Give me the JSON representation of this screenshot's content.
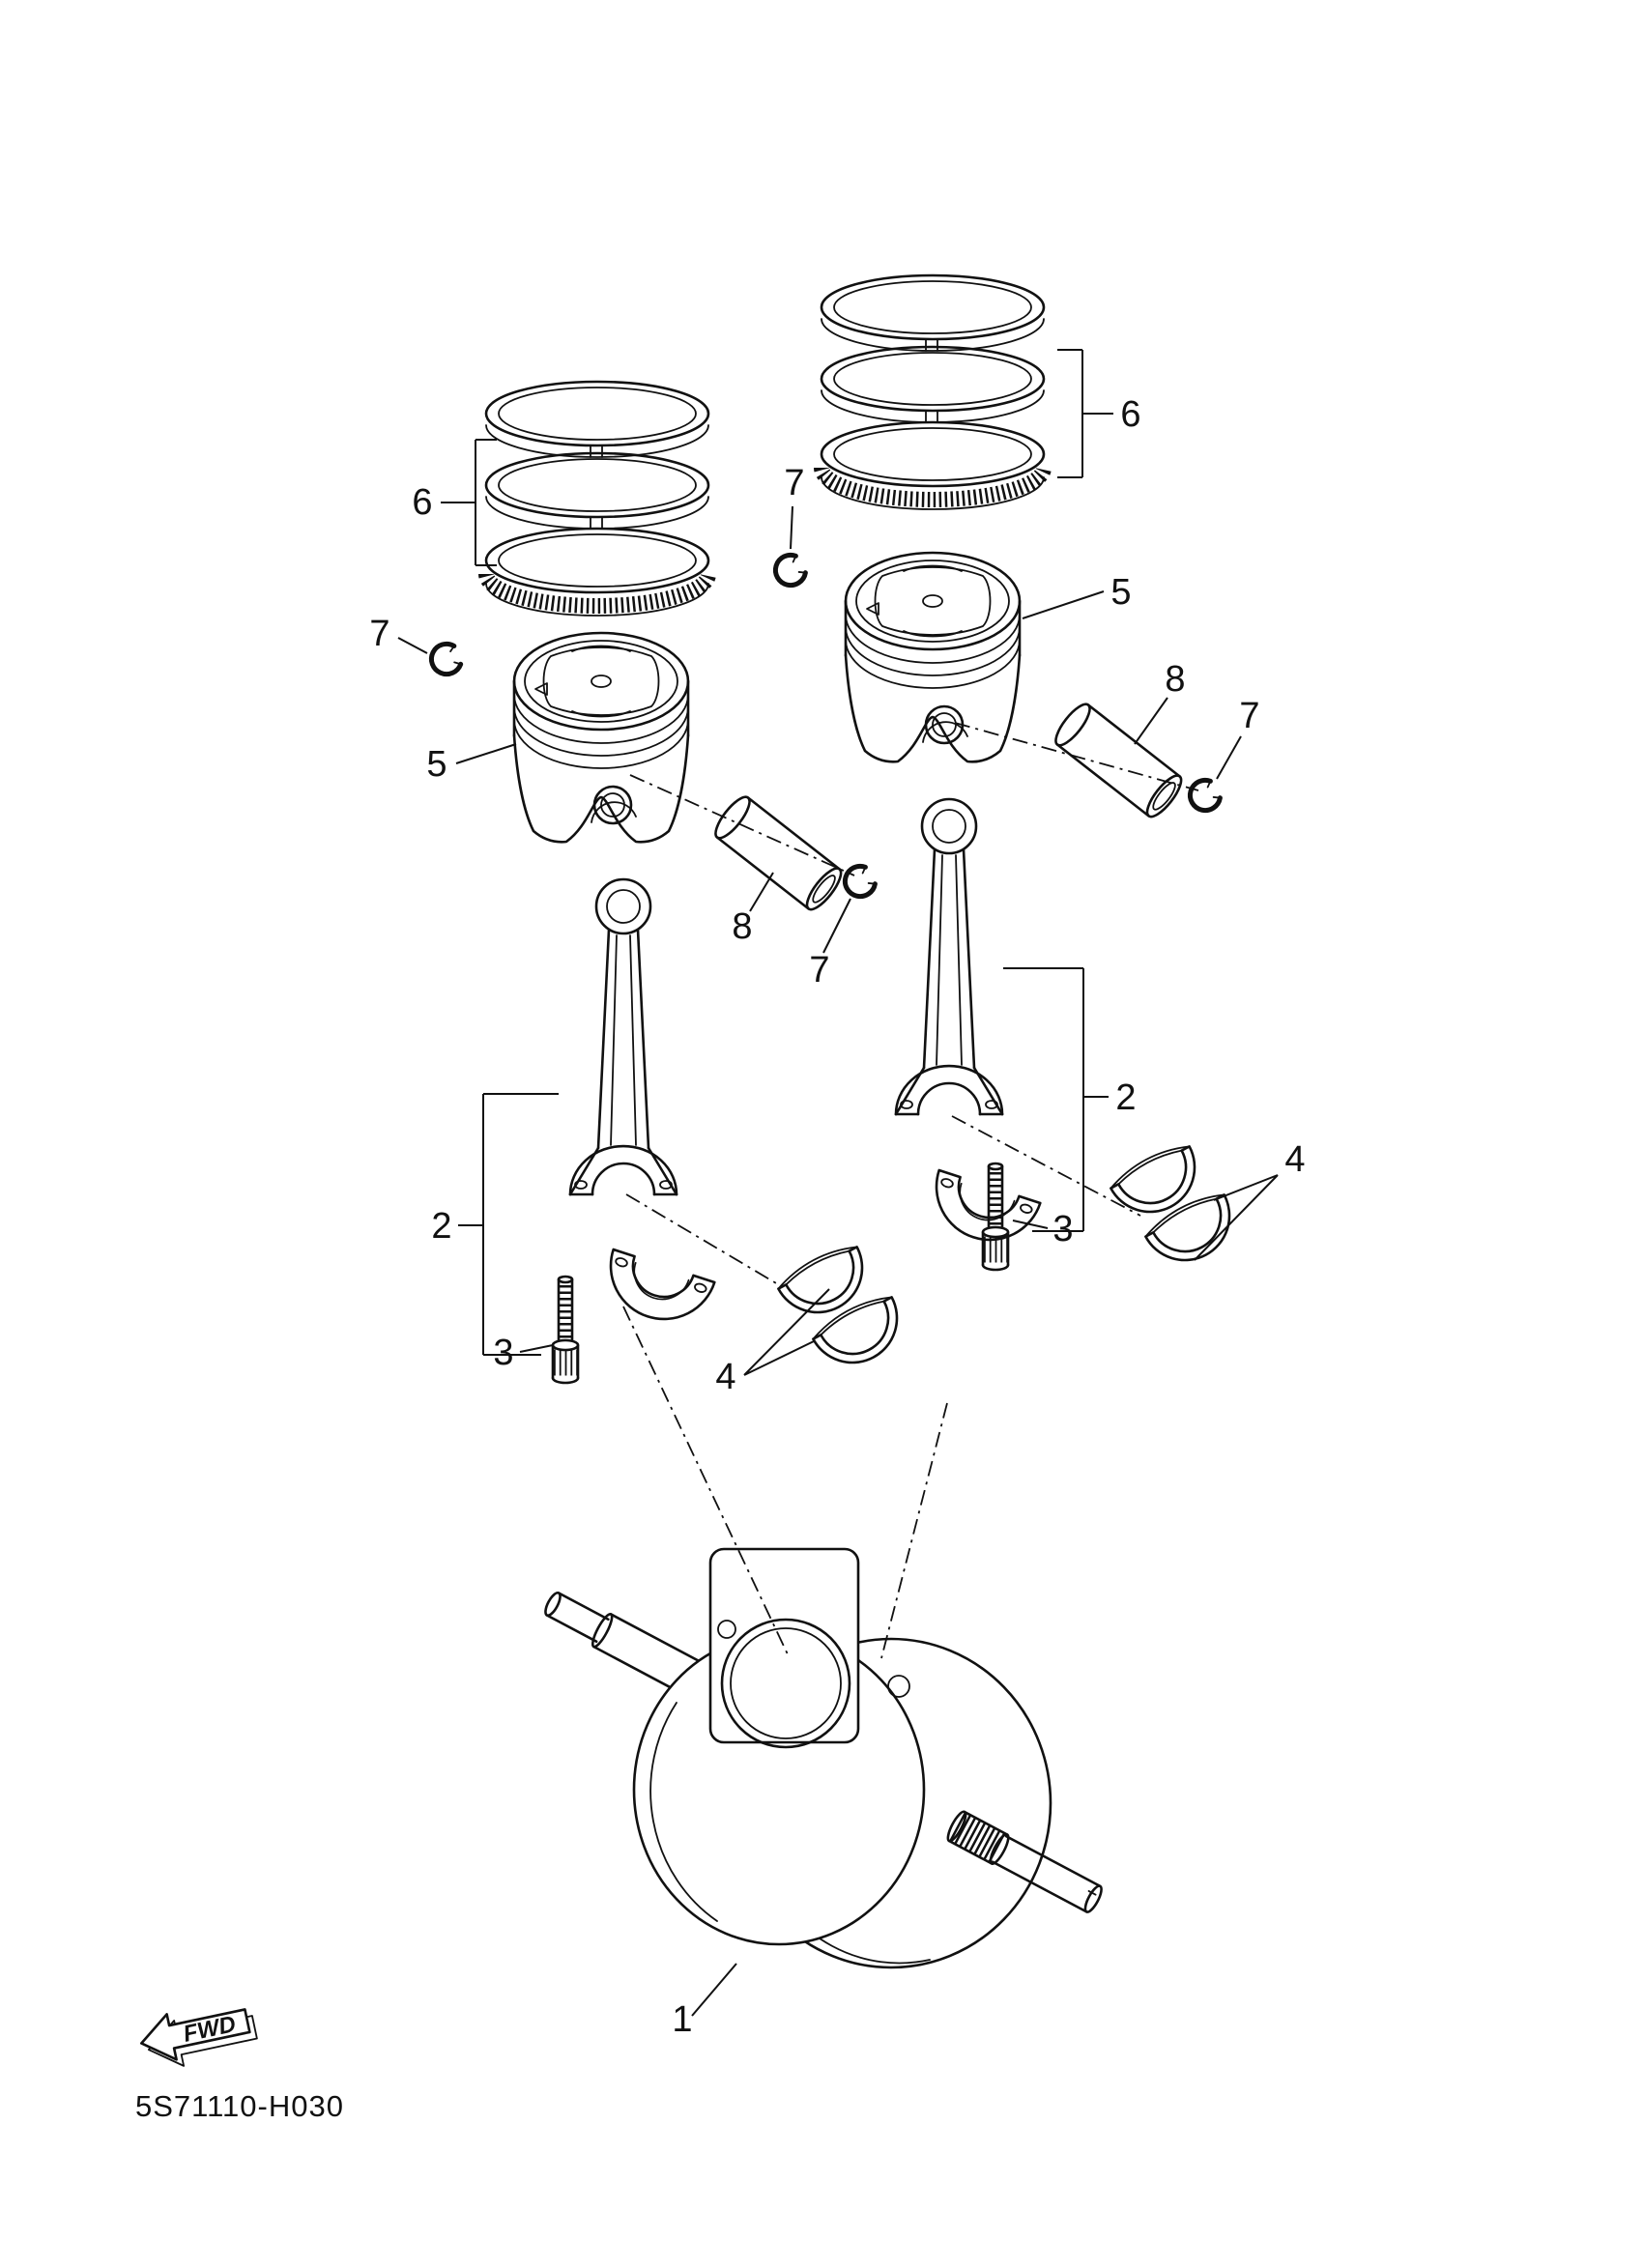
{
  "diagram": {
    "code": "5S71110-H030",
    "fwd": "FWD",
    "callouts": {
      "n1": "1",
      "n2_left": "2",
      "n2_right": "2",
      "n3_left": "3",
      "n3_right": "3",
      "n4_left": "4",
      "n4_right": "4",
      "n5_left": "5",
      "n5_right": "5",
      "n6_left": "6",
      "n6_right": "6",
      "n7_top": "7",
      "n7_left": "7",
      "n7_mid": "7",
      "n7_right": "7",
      "n8_left": "8",
      "n8_right": "8"
    }
  }
}
